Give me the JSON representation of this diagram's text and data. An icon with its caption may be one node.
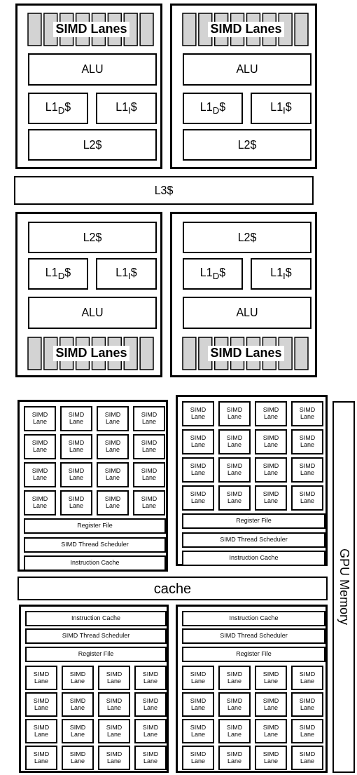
{
  "diagram": {
    "nodes": [
      {
        "text": [],
        "shape": "box"
      },
      {
        "text": [
          "SIMD Lanes"
        ],
        "in": 0
      },
      {
        "text": [
          "ALU"
        ],
        "in": 0
      },
      {
        "text": [
          "L1$_{D}$$"
        ],
        "in": 0
      },
      {
        "text": [
          "L1$_{I}$$"
        ],
        "in": 0
      },
      {
        "text": [
          "L2$"
        ],
        "in": 0
      },
      {
        "text": [],
        "shape": "box"
      },
      {
        "text": [
          "SIMD Lanes"
        ],
        "in": 6
      },
      {
        "text": [
          "ALU"
        ],
        "in": 6
      },
      {
        "text": [
          "L1$_{D}$$"
        ],
        "in": 6
      },
      {
        "text": [
          "L1$_{I}$$"
        ],
        "in": 6
      },
      {
        "text": [
          "L2$"
        ],
        "in": 6
      },
      {
        "text": [
          "L3$"
        ]
      },
      {
        "text": [],
        "shape": "box"
      },
      {
        "text": [
          "L2$"
        ],
        "in": 13
      },
      {
        "text": [
          "L1$_{D}$$"
        ],
        "in": 13
      },
      {
        "text": [
          "L1$_{I}$$"
        ],
        "in": 13
      },
      {
        "text": [
          "ALU"
        ],
        "in": 13
      },
      {
        "text": [
          "SIMD Lanes"
        ],
        "in": 13
      },
      {
        "text": [],
        "shape": "box"
      },
      {
        "text": [
          "L2$"
        ],
        "in": 19
      },
      {
        "text": [
          "L1$_{D}$$"
        ],
        "in": 19
      },
      {
        "text": [
          "L1$_{I}$$"
        ],
        "in": 19
      },
      {
        "text": [
          "ALU"
        ],
        "in": 19
      },
      {
        "text": [
          "SIMD Lanes"
        ],
        "in": 19
      },
      {
        "text": [],
        "shape": "box"
      },
      {
        "text": [
          "SIMD Lane"
        ],
        "in": 25
      },
      {
        "text": [
          "SIMD Lane"
        ],
        "in": 25
      },
      {
        "text": [
          "SIMD Lane"
        ],
        "in": 25
      },
      {
        "text": [
          "SIMD Lane"
        ],
        "in": 25
      },
      {
        "text": [
          "SIMD Lane"
        ],
        "in": 25
      },
      {
        "text": [
          "SIMD Lane"
        ],
        "in": 25
      },
      {
        "text": [
          "SIMD Lane"
        ],
        "in": 25
      },
      {
        "text": [
          "SIMD Lane"
        ],
        "in": 25
      },
      {
        "text": [
          "SIMD Lane"
        ],
        "in": 25
      },
      {
        "text": [
          "SIMD Lane"
        ],
        "in": 25
      },
      {
        "text": [
          "SIMD Lane"
        ],
        "in": 25
      },
      {
        "text": [
          "SIMD Lane"
        ],
        "in": 25
      },
      {
        "text": [
          "SIMD Lane"
        ],
        "in": 25
      },
      {
        "text": [
          "SIMD Lane"
        ],
        "in": 25
      },
      {
        "text": [
          "SIMD Lane"
        ],
        "in": 25
      },
      {
        "text": [
          "SIMD Lane"
        ],
        "in": 25
      },
      {
        "text": [
          "Register File"
        ],
        "in": 25
      },
      {
        "text": [
          "SIMD Thread Scheduler"
        ],
        "in": 25
      },
      {
        "text": [
          "Instruction Cache"
        ],
        "in": 25
      },
      {
        "text": [],
        "shape": "box"
      },
      {
        "text": [
          "SIMD Lane"
        ],
        "in": 45
      },
      {
        "text": [
          "SIMD Lane"
        ],
        "in": 45
      },
      {
        "text": [
          "SIMD Lane"
        ],
        "in": 45
      },
      {
        "text": [
          "SIMD Lane"
        ],
        "in": 45
      },
      {
        "text": [
          "SIMD Lane"
        ],
        "in": 45
      },
      {
        "text": [
          "SIMD Lane"
        ],
        "in": 45
      },
      {
        "text": [
          "SIMD Lane"
        ],
        "in": 45
      },
      {
        "text": [
          "SIMD Lane"
        ],
        "in": 45
      },
      {
        "text": [
          "SIMD Lane"
        ],
        "in": 45
      },
      {
        "text": [
          "SIMD Lane"
        ],
        "in": 45
      },
      {
        "text": [
          "SIMD Lane"
        ],
        "in": 45
      },
      {
        "text": [
          "SIMD Lane"
        ],
        "in": 45
      },
      {
        "text": [
          "SIMD Lane"
        ],
        "in": 45
      },
      {
        "text": [
          "SIMD Lane"
        ],
        "in": 45
      },
      {
        "text": [
          "SIMD Lane"
        ],
        "in": 45
      },
      {
        "text": [
          "SIMD Lane"
        ],
        "in": 45
      },
      {
        "text": [
          "Register File"
        ],
        "in": 45
      },
      {
        "text": [
          "SIMD Thread Scheduler"
        ],
        "in": 45
      },
      {
        "text": [
          "Instruction Cache"
        ],
        "in": 45
      },
      {
        "text": [
          "cache"
        ]
      },
      {
        "text": [],
        "shape": "box"
      },
      {
        "text": [
          "Instruction Cache"
        ],
        "in": 66
      },
      {
        "text": [
          "SIMD Thread Scheduler"
        ],
        "in": 66
      },
      {
        "text": [
          "Register File"
        ],
        "in": 66
      },
      {
        "text": [
          "SIMD Lane"
        ],
        "in": 66
      },
      {
        "text": [
          "SIMD Lane"
        ],
        "in": 66
      },
      {
        "text": [
          "SIMD Lane"
        ],
        "in": 66
      },
      {
        "text": [
          "SIMD Lane"
        ],
        "in": 66
      },
      {
        "text": [
          "SIMD Lane"
        ],
        "in": 66
      },
      {
        "text": [
          "SIMD Lane"
        ],
        "in": 66
      },
      {
        "text": [
          "SIMD Lane"
        ],
        "in": 66
      },
      {
        "text": [
          "SIMD Lane"
        ],
        "in": 66
      },
      {
        "text": [
          "SIMD Lane"
        ],
        "in": 66
      },
      {
        "text": [
          "SIMD Lane"
        ],
        "in": 66
      },
      {
        "text": [
          "SIMD Lane"
        ],
        "in": 66
      },
      {
        "text": [
          "SIMD Lane"
        ],
        "in": 66
      },
      {
        "text": [
          "SIMD Lane"
        ],
        "in": 66
      },
      {
        "text": [
          "SIMD Lane"
        ],
        "in": 66
      },
      {
        "text": [
          "SIMD Lane"
        ],
        "in": 66
      },
      {
        "text": [
          "SIMD Lane"
        ],
        "in": 66
      },
      {
        "text": [],
        "shape": "box"
      },
      {
        "text": [
          "Instruction Cache"
        ],
        "in": 86
      },
      {
        "text": [
          "SIMD Thread Scheduler"
        ],
        "in": 86
      },
      {
        "text": [
          "Register File"
        ],
        "in": 86
      },
      {
        "text": [
          "SIMD Lane"
        ],
        "in": 86
      },
      {
        "text": [
          "SIMD Lane"
        ],
        "in": 86
      },
      {
        "text": [
          "SIMD Lane"
        ],
        "in": 86
      },
      {
        "text": [
          "SIMD Lane"
        ],
        "in": 86
      },
      {
        "text": [
          "SIMD Lane"
        ],
        "in": 86
      },
      {
        "text": [
          "SIMD Lane"
        ],
        "in": 86
      },
      {
        "text": [
          "SIMD Lane"
        ],
        "in": 86
      },
      {
        "text": [
          "SIMD Lane"
        ],
        "in": 86
      },
      {
        "text": [
          "SIMD Lane"
        ],
        "in": 86
      },
      {
        "text": [
          "SIMD Lane"
        ],
        "in": 86
      },
      {
        "text": [
          "SIMD Lane"
        ],
        "in": 86
      },
      {
        "text": [
          "SIMD Lane"
        ],
        "in": 86
      },
      {
        "text": [
          "SIMD Lane"
        ],
        "in": 86
      },
      {
        "text": [
          "SIMD Lane"
        ],
        "in": 86
      },
      {
        "text": [
          "SIMD Lane"
        ],
        "in": 86
      },
      {
        "text": [
          "SIMD Lane"
        ],
        "in": 86
      },
      {
        "text": [
          "GPU Memory"
        ]
      }
    ]
  }
}
